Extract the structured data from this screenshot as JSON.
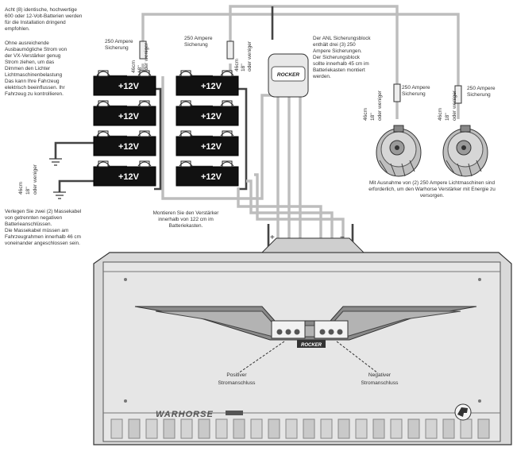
{
  "notes": {
    "top_left": [
      "Acht (8) identische, hochwertige",
      "600 oder 12-Volt-Batterien werden",
      "für die Installation dringend",
      "empfohlen."
    ],
    "dimming_left": [
      "Ohne ausreichende",
      "Ausbaumögliche Strom von",
      "der VX-Verstärker genug",
      "Strom ziehen, um das",
      "Dimmen den Lichter",
      "Lichtmaschinenbelastung",
      "Das kann Ihre Fahrzeug",
      "elektrisch beeinflussen. Ihr",
      "Fahrzeug zu kontrollieren."
    ],
    "ground_left": [
      "Verlegen Sie zwei (2) Massekabel",
      "von getrennten negativen",
      "Batterieanschlüssen.",
      "Die Massekabel müssen am",
      "Fahrzeugrahmen innerhalb 46 cm",
      "voneinander angeschlossen sein."
    ],
    "block_note": [
      "Der ANL Sicherungsblock",
      "enthält drei (3) 250",
      "Ampere Sicherungen.",
      "Der Sicherungsblock",
      "sollte innerhalb 45 cm im",
      "Batteriekasten montiert",
      "werden."
    ],
    "mount_note": [
      "Montieren Sie den Verstärker",
      "innerhalb von 122 cm im",
      "Batteriekasten."
    ],
    "alternator_note": [
      "Mit Ausnahme von (2) 250 Ampere Lichtmaschinen sind",
      "erforderlich, um den Warhorse Verstärker mit Energie zu",
      "versorgen."
    ]
  },
  "fuses": {
    "f1": [
      "250 Ampere",
      "Sicherung"
    ],
    "f2": [
      "250 Ampere",
      "Sicherung"
    ],
    "f3": [
      "250 Ampere",
      "Sicherung"
    ],
    "f4": [
      "250 Ampere",
      "Sicherung"
    ]
  },
  "distance": {
    "cm": "46cm",
    "inch": "18\"",
    "less": "oder weniger"
  },
  "batteries": {
    "voltage": "+12V"
  },
  "fuse_block": {
    "brand": "ROCKER"
  },
  "terminals": {
    "plus": "+",
    "minus": "−",
    "positive": [
      "Positiver",
      "Stromanschluss"
    ],
    "negative": [
      "Negativer",
      "Stromanschluss"
    ]
  },
  "amp": {
    "badge": "ROCKER",
    "brand": "WARHORSE"
  },
  "colors": {
    "battery_dark": "#111111",
    "wire_light": "#bdbdbd",
    "wire_dark": "#444444",
    "amp_body": "#d9d9d9"
  }
}
